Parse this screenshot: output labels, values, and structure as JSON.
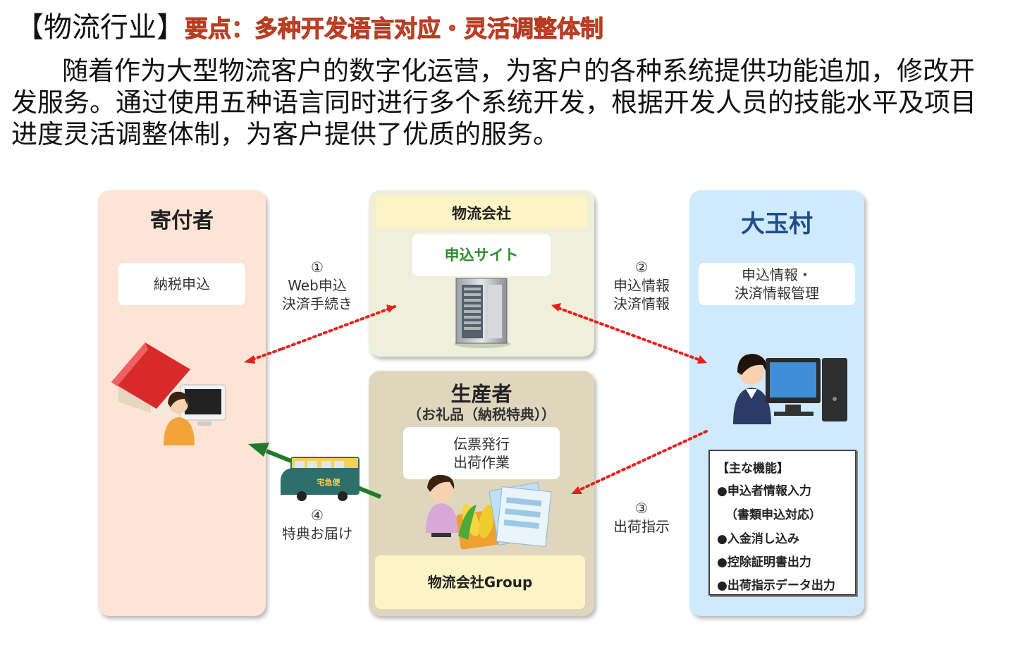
{
  "header": {
    "title": "【物流行业】",
    "subtitle": "要点：多种开发语言对应・灵活调整体制"
  },
  "intro": {
    "line1": "随着作为大型物流客户的数字化运营，为客户的各种系统提供功能追加，修改开",
    "line2": "发服务。通过使用五种语言同时进行多个系统开发，根据开发人员的技能水平及项目",
    "line3": "进度灵活调整体制，为客户提供了优质的服务。"
  },
  "donor": {
    "title": "寄付者",
    "box": "納税申込"
  },
  "logistics": {
    "title": "物流会社",
    "site": "申込サイト"
  },
  "producer": {
    "title": "生産者",
    "subtitle": "（お礼品（納税特典））",
    "box_line1": "伝票発行",
    "box_line2": "出荷作業",
    "group": "物流会社Group"
  },
  "village": {
    "title": "大玉村",
    "box_line1": "申込情報・",
    "box_line2": "決済情報管理",
    "functions": {
      "title": "【主な機能】",
      "items": [
        "●申込者情報入力",
        "（書類申込対応）",
        "●入金消し込み",
        "●控除証明書出力",
        "●出荷指示データ出力"
      ]
    }
  },
  "flows": {
    "step1": {
      "num": "①",
      "line1": "Web申込",
      "line2": "決済手続き"
    },
    "step2": {
      "num": "②",
      "line1": "申込情報",
      "line2": "決済情報"
    },
    "step3": {
      "num": "③",
      "line1": "出荷指示"
    },
    "step4": {
      "num": "④",
      "line1": "特典お届け"
    }
  },
  "truck": {
    "sign": "宅急便"
  },
  "colors": {
    "title_accent": "#e8573c",
    "donor_bg": "#fde4d5",
    "logistics_bg": "#eef0dc",
    "producer_bg": "#dfd7bd",
    "village_bg": "#cfeafc",
    "site_text": "#2e8b2e",
    "dotted_arrow": "#e8201c",
    "delivery_arrow": "#1f7a2a",
    "village_title": "#1f4e8c"
  }
}
